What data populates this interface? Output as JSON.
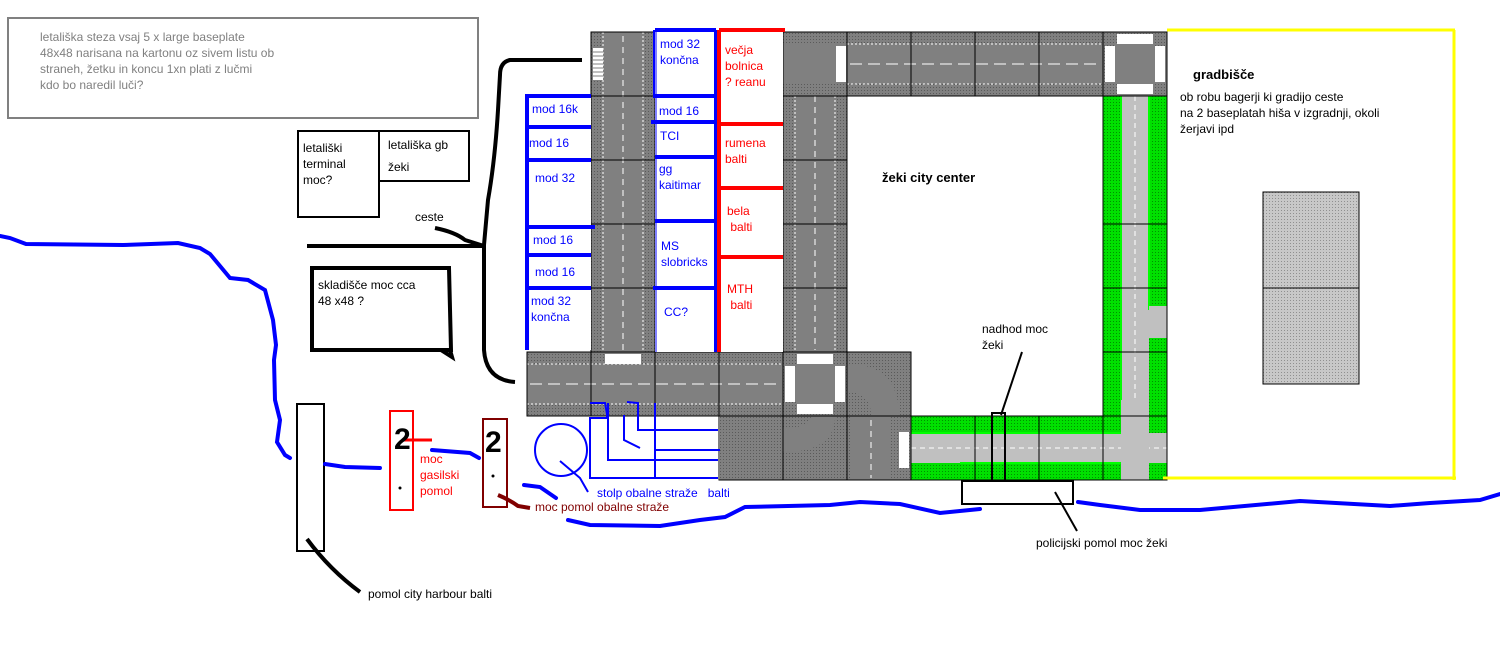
{
  "colors": {
    "road": "#808080",
    "sidewalk": "#7a7a7a",
    "green_road": "#c0c0c0",
    "grass": "#00e000",
    "water": "#0000ff",
    "module_line": "#0000ff",
    "hospital_line": "#ff0000",
    "construction_border": "#ffff00",
    "building": "#c0c0c0",
    "fire_pier": "#ff0000",
    "coastguard_pier": "#800000"
  },
  "notes": {
    "runway": "letališka steza vsaj 5 x large baseplate\n48x48 narisana na kartonu oz sivem listu ob\nstraneh, žetku in koncu 1xn plati z lučmi\nkdo bo naredil luči?",
    "terminal": "letališki\nterminal\nmoc?",
    "gb": "letališka gb\nžeki",
    "roads": "ceste",
    "warehouse": "skladišče moc cca\n48 x48 ?"
  },
  "modules_left": [
    {
      "label": "mod 16k"
    },
    {
      "label": "mod 16"
    },
    {
      "label": "mod 32"
    },
    {
      "label": "mod 16"
    },
    {
      "label": "mod 16"
    },
    {
      "label": "mod 32\nkončna"
    }
  ],
  "modules_mid": [
    {
      "label": "mod 32\nkončna"
    },
    {
      "label": "mod 16"
    },
    {
      "label": "TCI"
    },
    {
      "label": "gg\nkaitimar"
    },
    {
      "label": "MS\nslobricks"
    },
    {
      "label": "CC?"
    }
  ],
  "modules_right": [
    {
      "label": "večja\nbolnica\n? reanu"
    },
    {
      "label": "rumena\nbalti"
    },
    {
      "label": "bela\n balti"
    },
    {
      "label": "MTH\n balti"
    }
  ],
  "city_center": "žeki city center",
  "construction": {
    "title": "gradbišče",
    "description": "ob robu bagerji ki gradijo ceste\nna 2 baseplatah hiša v izgradnji, okoli\nžerjavi ipd"
  },
  "overpass": "nadhod moc\nžeki",
  "police_pier": "policijski pomol moc žeki",
  "fire_pier": "moc\ngasilski\npomol",
  "coastguard_pier": "moc pomol obalne straže",
  "coastguard_tower": "stolp obalne straže   balti",
  "harbour_pier": "pomol city harbour balti",
  "pier_marks": [
    "2",
    "2"
  ]
}
